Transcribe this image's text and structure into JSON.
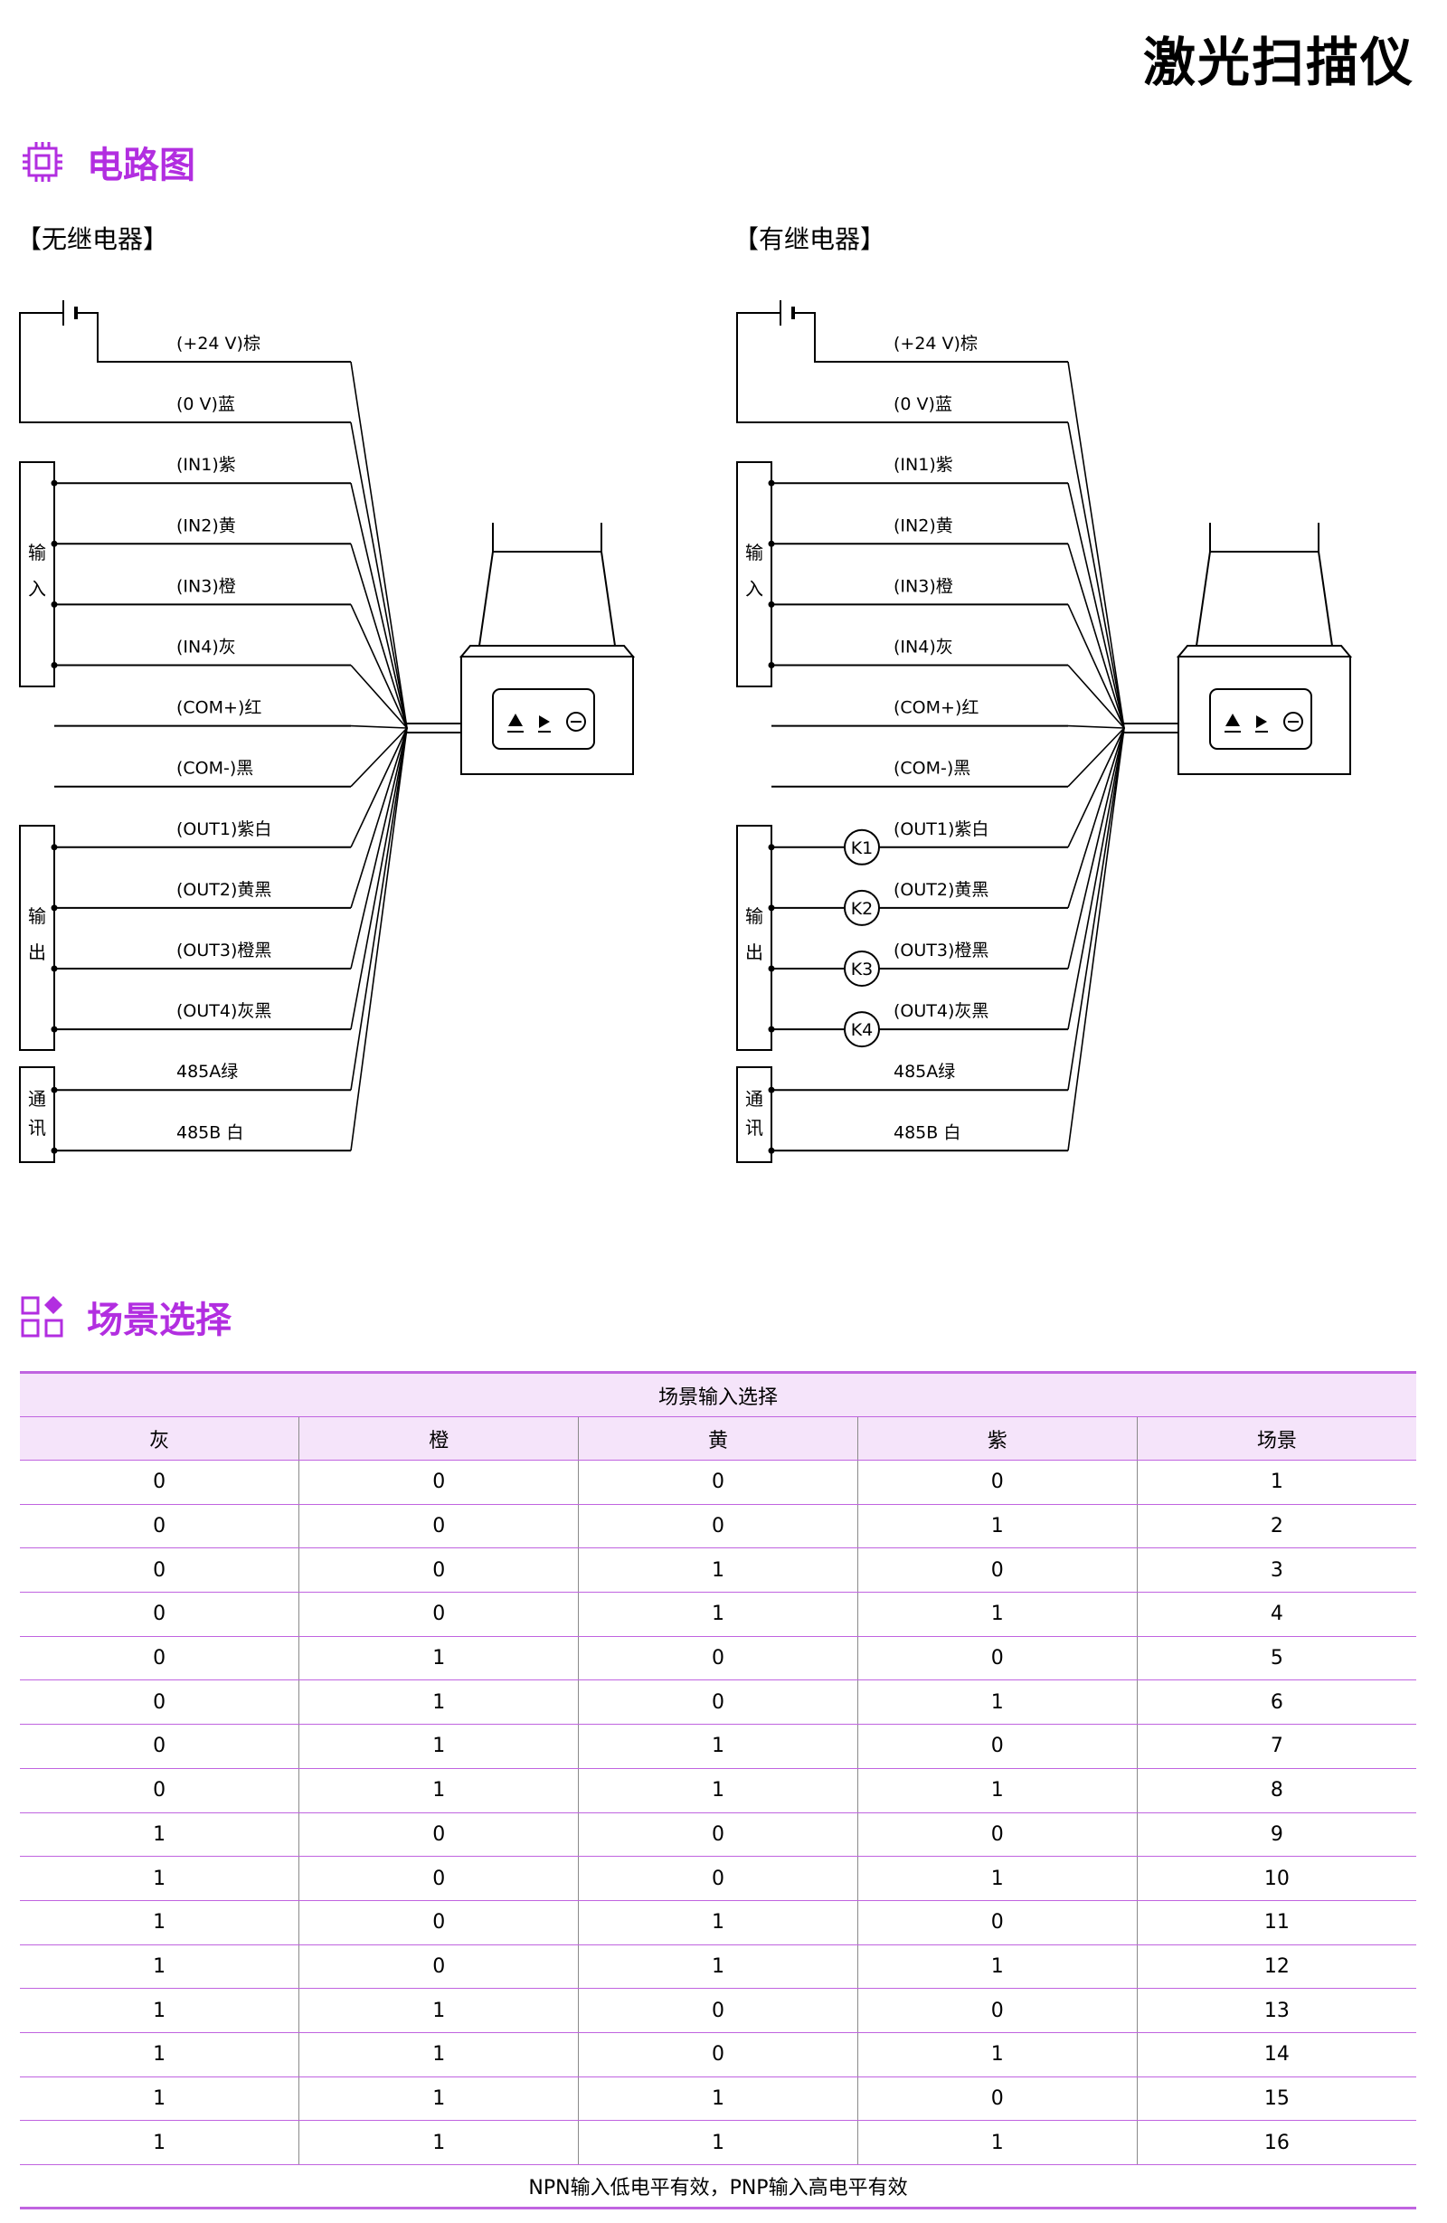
{
  "page_title": "激光扫描仪",
  "sections": {
    "circuit": {
      "title": "电路图",
      "icon": "chip-icon"
    },
    "scene": {
      "title": "场景选择",
      "icon": "grid-diamond-icon"
    }
  },
  "accent_color": "#b22ee0",
  "diagrams": {
    "left_title": "【无继电器】",
    "right_title": "【有继电器】",
    "wires": [
      "(+24 V)棕",
      "(0 V)蓝",
      "(IN1)紫",
      "(IN2)黄",
      "(IN3)橙",
      "(IN4)灰",
      "(COM+)红",
      "(COM-)黑",
      "(OUT1)紫白",
      "(OUT2)黄黑",
      "(OUT3)橙黑",
      "(OUT4)灰黑",
      "485A绿",
      "485B 白"
    ],
    "group_labels": {
      "input": [
        "输",
        "入"
      ],
      "output": [
        "输",
        "出"
      ],
      "comm": [
        "通",
        "讯"
      ]
    },
    "relays": [
      "K1",
      "K2",
      "K3",
      "K4"
    ]
  },
  "table": {
    "caption": "场景输入选择",
    "headers": [
      "灰",
      "橙",
      "黄",
      "紫",
      "场景"
    ],
    "rows": [
      [
        "0",
        "0",
        "0",
        "0",
        "1"
      ],
      [
        "0",
        "0",
        "0",
        "1",
        "2"
      ],
      [
        "0",
        "0",
        "1",
        "0",
        "3"
      ],
      [
        "0",
        "0",
        "1",
        "1",
        "4"
      ],
      [
        "0",
        "1",
        "0",
        "0",
        "5"
      ],
      [
        "0",
        "1",
        "0",
        "1",
        "6"
      ],
      [
        "0",
        "1",
        "1",
        "0",
        "7"
      ],
      [
        "0",
        "1",
        "1",
        "1",
        "8"
      ],
      [
        "1",
        "0",
        "0",
        "0",
        "9"
      ],
      [
        "1",
        "0",
        "0",
        "1",
        "10"
      ],
      [
        "1",
        "0",
        "1",
        "0",
        "11"
      ],
      [
        "1",
        "0",
        "1",
        "1",
        "12"
      ],
      [
        "1",
        "1",
        "0",
        "0",
        "13"
      ],
      [
        "1",
        "1",
        "0",
        "1",
        "14"
      ],
      [
        "1",
        "1",
        "1",
        "0",
        "15"
      ],
      [
        "1",
        "1",
        "1",
        "1",
        "16"
      ]
    ],
    "footnote": "NPN输入低电平有效，PNP输入高电平有效"
  }
}
